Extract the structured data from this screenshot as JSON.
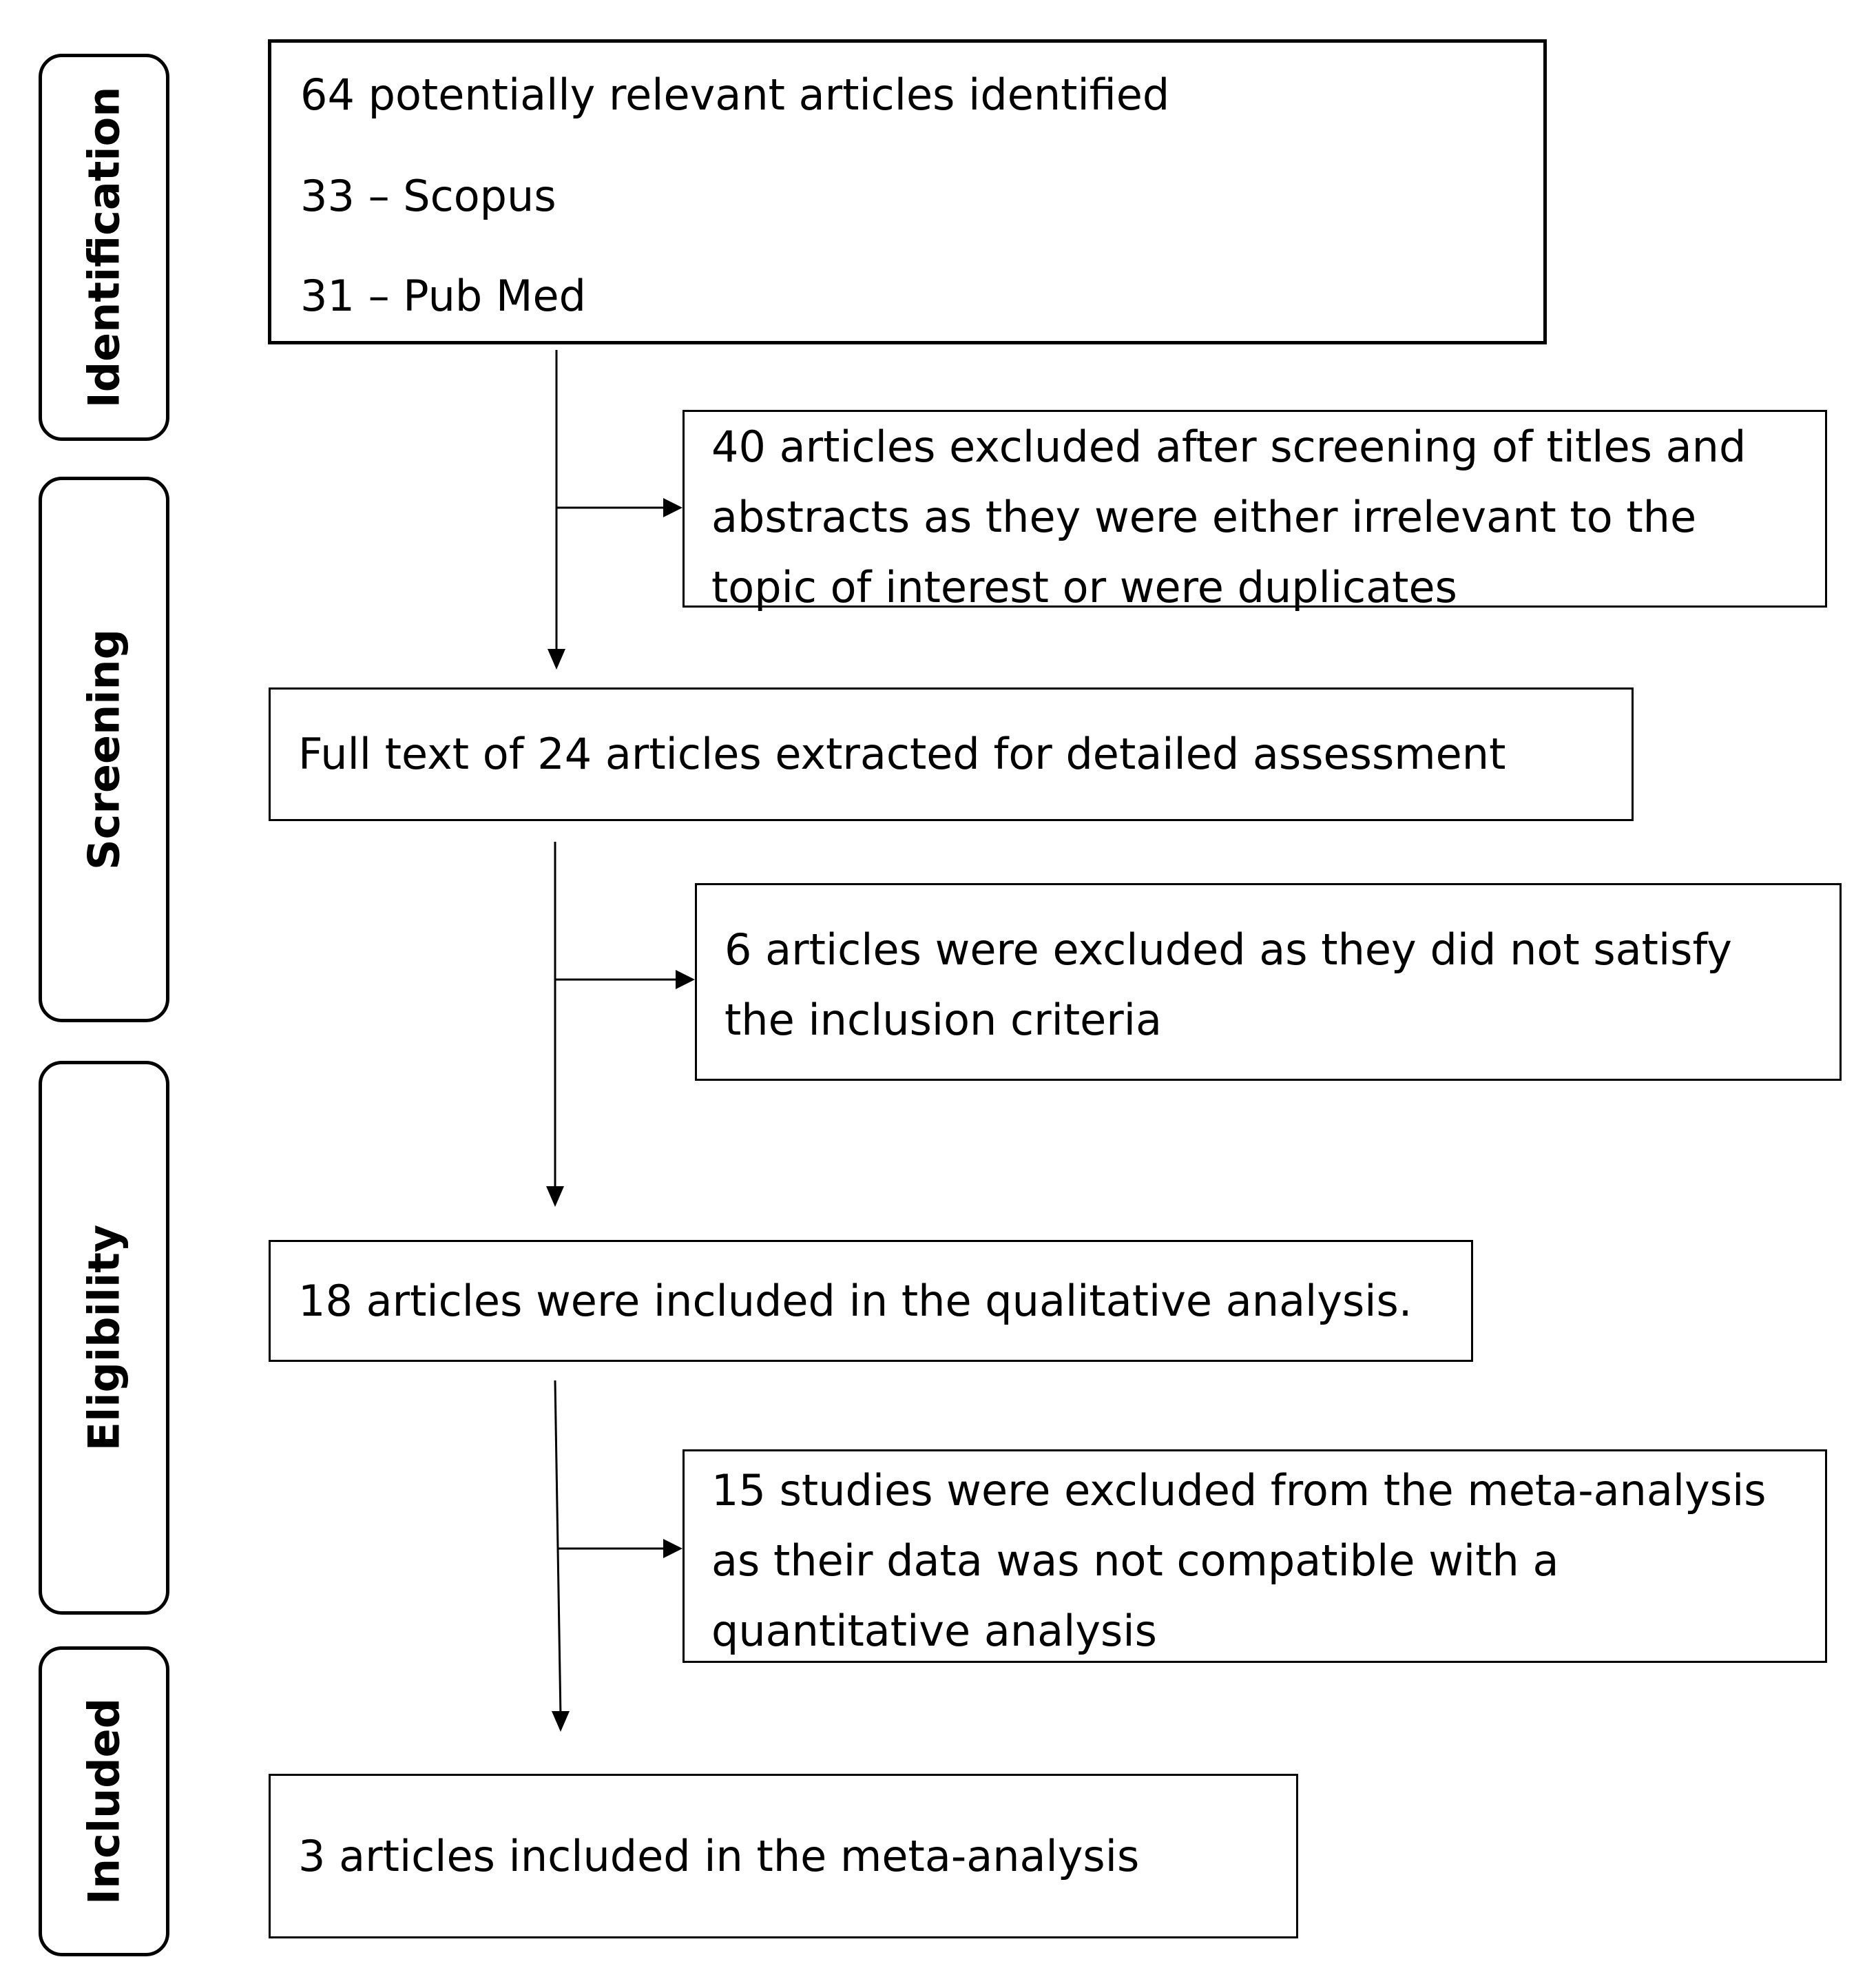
{
  "phases": [
    {
      "id": "identification",
      "label": "Identification"
    },
    {
      "id": "screening",
      "label": "Screening"
    },
    {
      "id": "eligibility",
      "label": "Eligibility"
    },
    {
      "id": "included",
      "label": "Included"
    }
  ],
  "boxes": {
    "identified": {
      "lines": [
        "64 potentially relevant articles identified",
        "33 – Scopus",
        "31 – Pub Med"
      ]
    },
    "excluded_screening": {
      "lines": [
        "40  articles excluded after screening of titles and",
        "abstracts as they were either irrelevant to the",
        "topic of interest or were duplicates"
      ]
    },
    "full_text": {
      "lines": [
        "Full text of 24 articles extracted for detailed assessment"
      ]
    },
    "excluded_eligibility": {
      "lines": [
        "6 articles were excluded as they did not satisfy",
        "the inclusion criteria"
      ]
    },
    "qualitative": {
      "lines": [
        "18 articles were included in the qualitative analysis."
      ]
    },
    "excluded_meta": {
      "lines": [
        "15 studies were excluded from the meta-analysis",
        "as their data was not compatible with a",
        "quantitative analysis"
      ]
    },
    "meta_analysis": {
      "lines": [
        "3 articles included in the meta-analysis"
      ]
    }
  }
}
